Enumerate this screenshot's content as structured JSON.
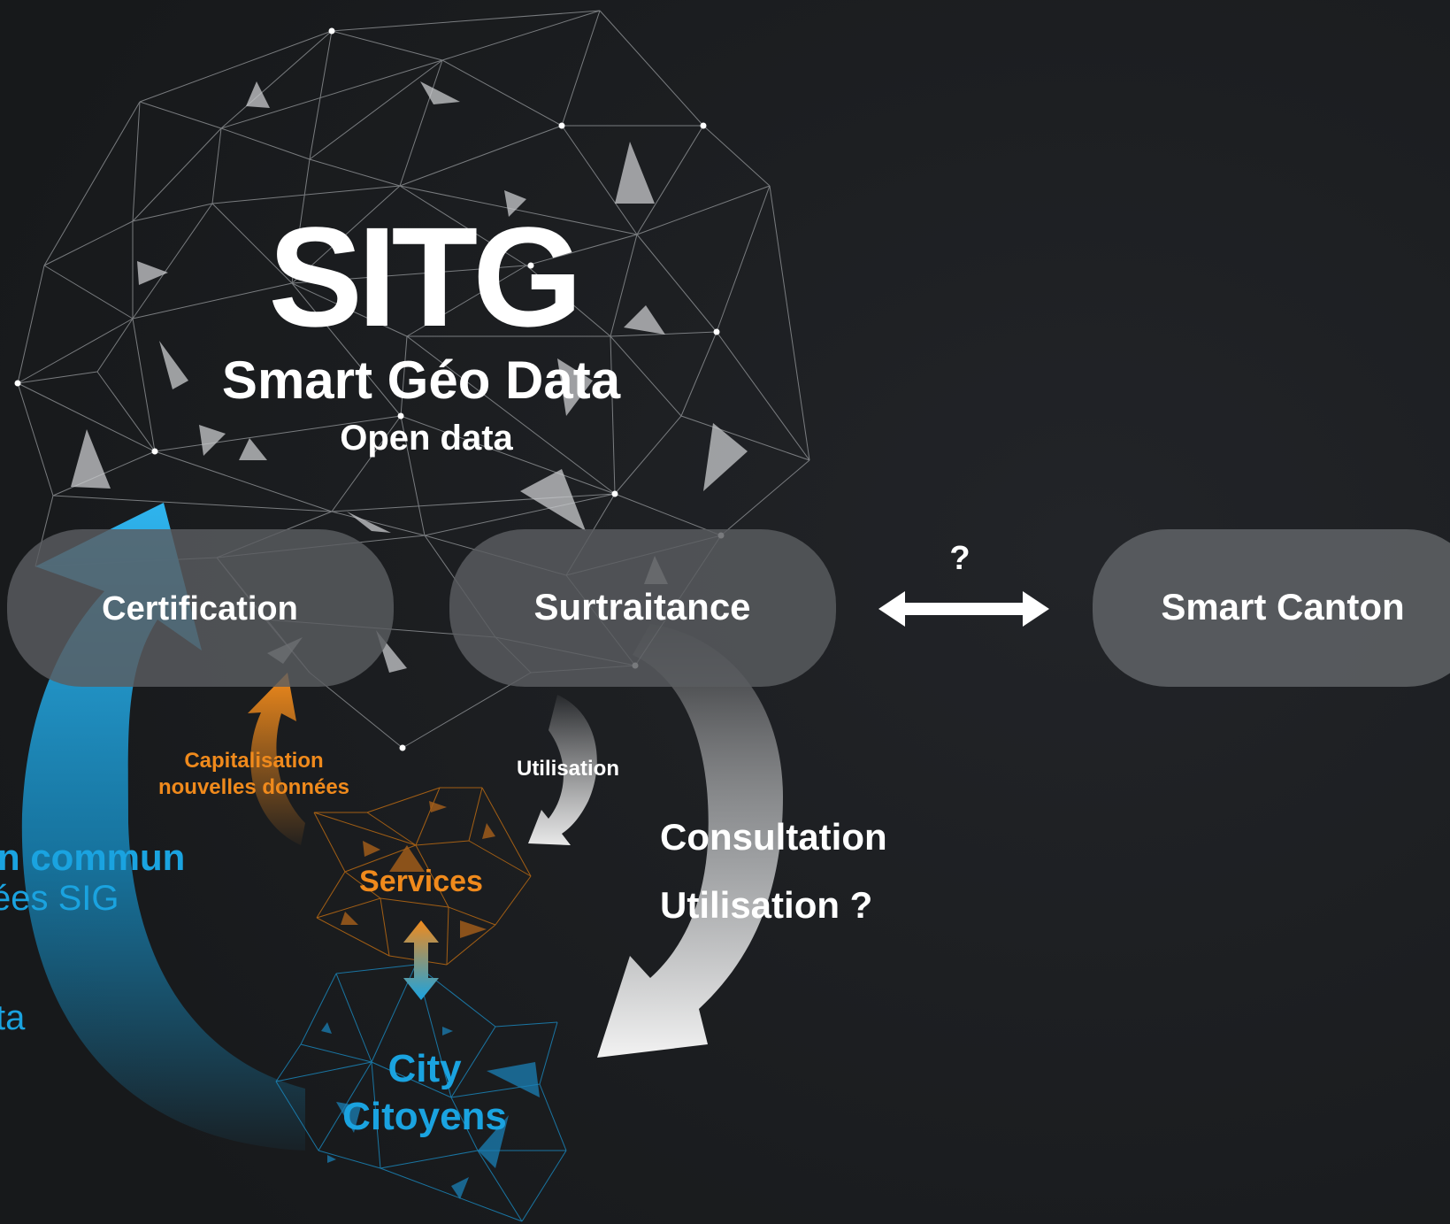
{
  "title": "SITG",
  "subtitle": "Smart Géo Data",
  "tagline": "Open data",
  "nodes": {
    "certification": "Certification",
    "surtraitance": "Surtraitance",
    "smart_canton": "Smart Canton",
    "services": "Services",
    "city_line1": "City",
    "city_line2": "Citoyens"
  },
  "labels": {
    "question": "?",
    "capitalisation_line1": "Capitalisation",
    "capitalisation_line2": "nouvelles données",
    "utilisation": "Utilisation",
    "consultation": "Consultation",
    "utilisation_question": "Utilisation ?",
    "left_cut_line1": "n commun",
    "left_cut_line2": "ées SIG",
    "left_cut_line3": "ta"
  },
  "colors": {
    "background": "#1b1d20",
    "pill": "#55585b",
    "text": "#ffffff",
    "accent_blue": "#1aa3e0",
    "accent_orange": "#f08a1c",
    "network_line": "#8a8d90"
  }
}
